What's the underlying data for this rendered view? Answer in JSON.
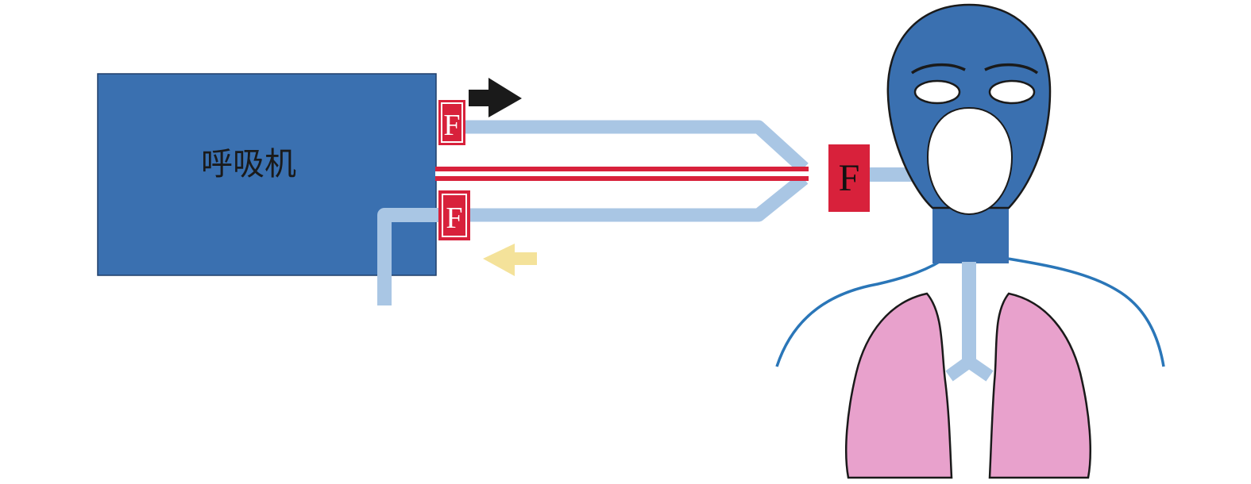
{
  "ventilator": {
    "label": "呼吸机"
  },
  "filters": {
    "inspiratory_label": "F",
    "expiratory_label": "F",
    "patient_label": "F"
  },
  "colors": {
    "ventilator": "#3a70b0",
    "tubing": "#a9c6e4",
    "filter": "#d8213b",
    "head": "#3a70b0",
    "mask": "#ffffff",
    "lungs": "#e8a1cc",
    "body_outline": "#2a76b8",
    "flow_out_arrow": "#1a1a1a",
    "flow_in_arrow": "#f4e29a"
  }
}
